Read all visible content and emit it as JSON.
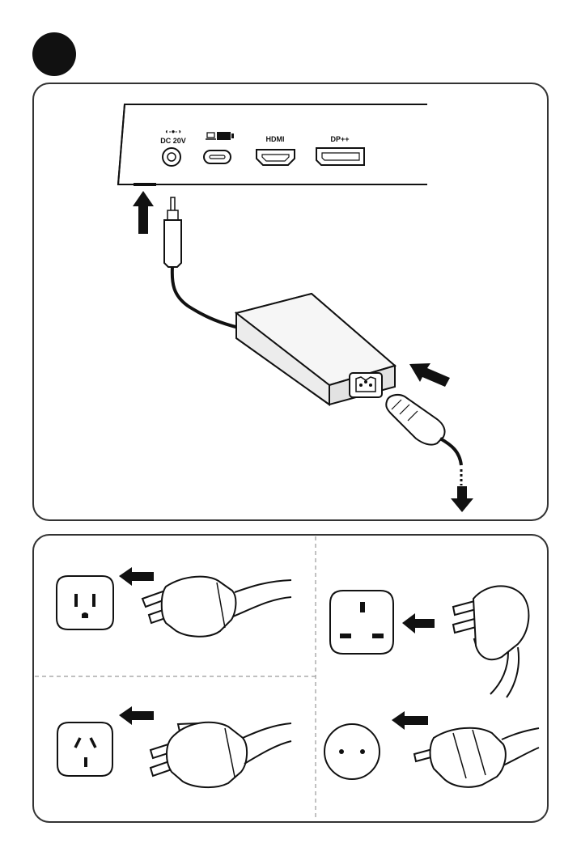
{
  "ports": {
    "dc_symbol": "◐-●-◑",
    "dc_label": "DC  20V",
    "hdmi_label": "HDMI",
    "dp_label": "DP++"
  },
  "icons": {
    "step_badge": "step-badge-icon",
    "usb_c": "laptop-usb-c-icon",
    "dc_jack": "dc-jack-icon",
    "adapter": "power-adapter-icon"
  },
  "colors": {
    "ink": "#111111",
    "panel_border": "#333333",
    "adapter_fill": "#eeeeee",
    "dash": "#9a9a9a"
  },
  "outlets": [
    {
      "region": "US",
      "outlet_icon": "us-outlet-icon",
      "plug_icon": "us-plug-icon"
    },
    {
      "region": "UK",
      "outlet_icon": "uk-outlet-icon",
      "plug_icon": "uk-plug-icon"
    },
    {
      "region": "AU",
      "outlet_icon": "au-outlet-icon",
      "plug_icon": "au-plug-icon"
    },
    {
      "region": "EU",
      "outlet_icon": "eu-outlet-icon",
      "plug_icon": "eu-plug-icon"
    }
  ]
}
